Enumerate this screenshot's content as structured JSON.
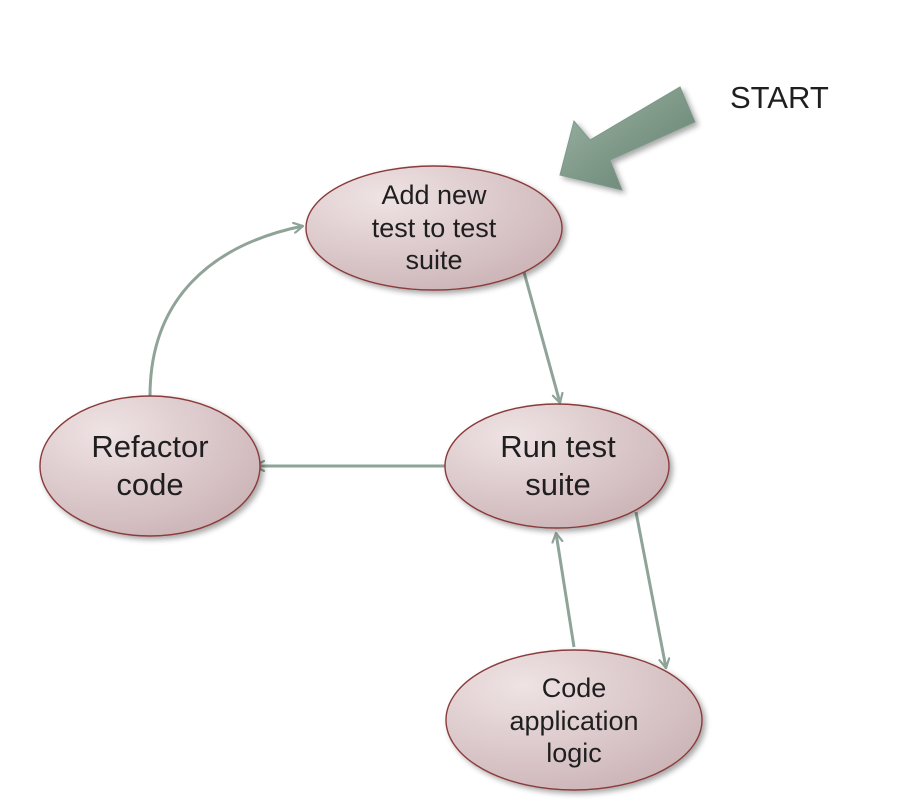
{
  "start_label": "START",
  "nodes": {
    "add_test": {
      "lines": [
        "Add new",
        "test to test",
        "suite"
      ]
    },
    "run_suite": {
      "lines": [
        "Run test",
        "suite"
      ]
    },
    "refactor": {
      "lines": [
        "Refactor",
        "code"
      ]
    },
    "code_logic": {
      "lines": [
        "Code",
        "application",
        "logic"
      ]
    }
  },
  "colors": {
    "node_fill_light": "#efe3e4",
    "node_fill_dark": "#c9b0b3",
    "node_stroke": "#8a3a3a",
    "connector": "#8fa398",
    "start_arrow_light": "#9fb5a6",
    "start_arrow_dark": "#5f7d6c",
    "text": "#1f1f1f"
  }
}
